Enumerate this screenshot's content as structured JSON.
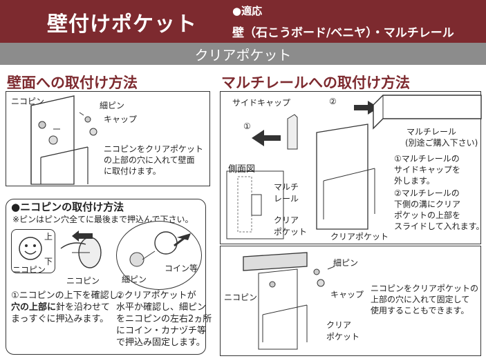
{
  "header": {
    "title": "壁付けポケット",
    "suitable_label": "●適応",
    "suitable_text": "壁（石こうボード/ベニヤ）・マルチレール",
    "subtitle": "クリアポケット"
  },
  "wall": {
    "heading": "壁面への取付け方法",
    "label_nikopin": "ニコピン",
    "label_hosopin": "細ピン",
    "label_cap": "キャップ",
    "note": [
      "ニコピンをクリアポケット",
      "の上部の穴に入れて壁面",
      "に取付けます。"
    ]
  },
  "nikopin": {
    "heading": "●ニコピンの取付け方法",
    "caution": "※ピンはピン穴全てに最後まで押込んで下さい。",
    "face_up": "上",
    "face_down": "下",
    "face_label": "ニコピン",
    "pin_label": "ニコピン",
    "thin_pin_label": "細ピン",
    "coin_label": "コイン等",
    "step1_lines": [
      "①ニコピンの上下を確認し、",
      "穴の上部に",
      "針を沿わせて",
      "まっすぐに押込みます。"
    ],
    "step2_lines": [
      "②クリアポケットが",
      "水平か確認し、細ピン",
      "をニコピンの左右2ヵ所",
      "にコイン・カナヅチ等",
      "で押込み固定します。"
    ]
  },
  "rail": {
    "heading": "マルチレールへの取付け方法",
    "side_cap": "サイドキャップ",
    "step_num_1": "①",
    "step_num_2": "②",
    "rail_label": "マルチレール",
    "rail_note": "(別途ご購入下さい)",
    "side_view": "側面図",
    "side_rail_1": "マルチ",
    "side_rail_2": "レール",
    "side_pocket_1": "クリア",
    "side_pocket_2": "ポケット",
    "pocket_label": "クリアポケット",
    "step1": [
      "①マルチレールの",
      "サイドキャップを",
      "外します。"
    ],
    "step2": [
      "②マルチレールの",
      "下側の溝にクリア",
      "ポケットの上部を",
      "スライドして入れます。"
    ]
  },
  "rail_pin": {
    "hosopin": "細ピン",
    "nikopin": "ニコピン",
    "cap": "キャップ",
    "pocket_1": "クリア",
    "pocket_2": "ポケット",
    "note": [
      "ニコピンをクリアポケットの",
      "上部の穴に入れて固定して",
      "使用することもできます。"
    ]
  }
}
